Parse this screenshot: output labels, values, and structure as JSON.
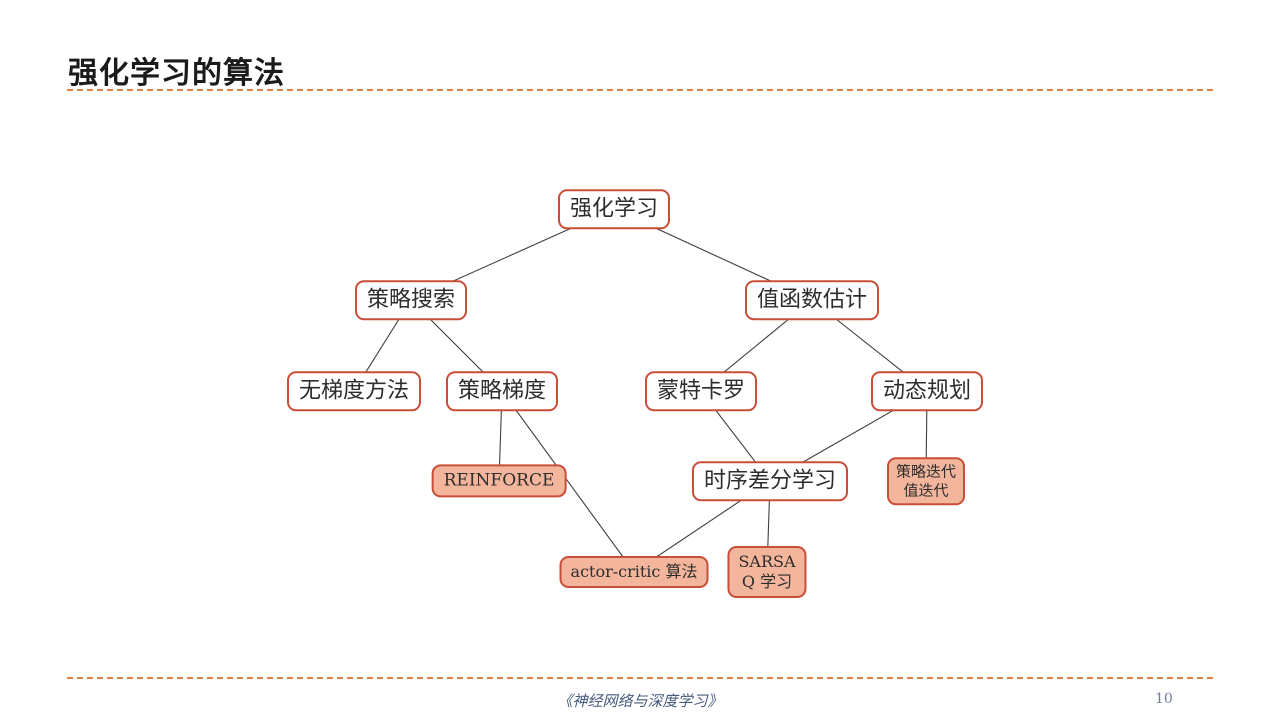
{
  "slide": {
    "title": "强化学习的算法",
    "footer": "《神经网络与深度学习》",
    "page_number": "10"
  },
  "colors": {
    "node_border": "#C84E38",
    "node_fill": "#F3B69C",
    "edge_line": "#3F3F3F",
    "dashed_divider": "#DE8244",
    "footer_text": "#44597C"
  },
  "diagram": {
    "type": "tree",
    "nodes": {
      "root": {
        "label": "强化学习",
        "style": "outline"
      },
      "policy_search": {
        "label": "策略搜索",
        "style": "outline"
      },
      "value_estimation": {
        "label": "值函数估计",
        "style": "outline"
      },
      "gradient_free": {
        "label": "无梯度方法",
        "style": "outline"
      },
      "policy_gradient": {
        "label": "策略梯度",
        "style": "outline"
      },
      "monte_carlo": {
        "label": "蒙特卡罗",
        "style": "outline"
      },
      "dynamic_programming": {
        "label": "动态规划",
        "style": "outline"
      },
      "reinforce": {
        "label": "REINFORCE",
        "style": "filled"
      },
      "temporal_difference": {
        "label": "时序差分学习",
        "style": "outline"
      },
      "iteration": {
        "line1": "策略迭代",
        "line2": "值迭代",
        "style": "filled"
      },
      "actor_critic": {
        "label": "actor-critic 算法",
        "style": "filled"
      },
      "sarsa": {
        "line1": "SARSA",
        "line2": "Q 学习",
        "style": "filled"
      }
    },
    "edges": [
      {
        "from": "root",
        "to": "policy_search"
      },
      {
        "from": "root",
        "to": "value_estimation"
      },
      {
        "from": "policy_search",
        "to": "gradient_free"
      },
      {
        "from": "policy_search",
        "to": "policy_gradient"
      },
      {
        "from": "value_estimation",
        "to": "monte_carlo"
      },
      {
        "from": "value_estimation",
        "to": "dynamic_programming"
      },
      {
        "from": "policy_gradient",
        "to": "reinforce"
      },
      {
        "from": "policy_gradient",
        "to": "actor_critic"
      },
      {
        "from": "monte_carlo",
        "to": "temporal_difference"
      },
      {
        "from": "dynamic_programming",
        "to": "temporal_difference"
      },
      {
        "from": "dynamic_programming",
        "to": "iteration"
      },
      {
        "from": "temporal_difference",
        "to": "actor_critic"
      },
      {
        "from": "temporal_difference",
        "to": "sarsa"
      }
    ]
  }
}
